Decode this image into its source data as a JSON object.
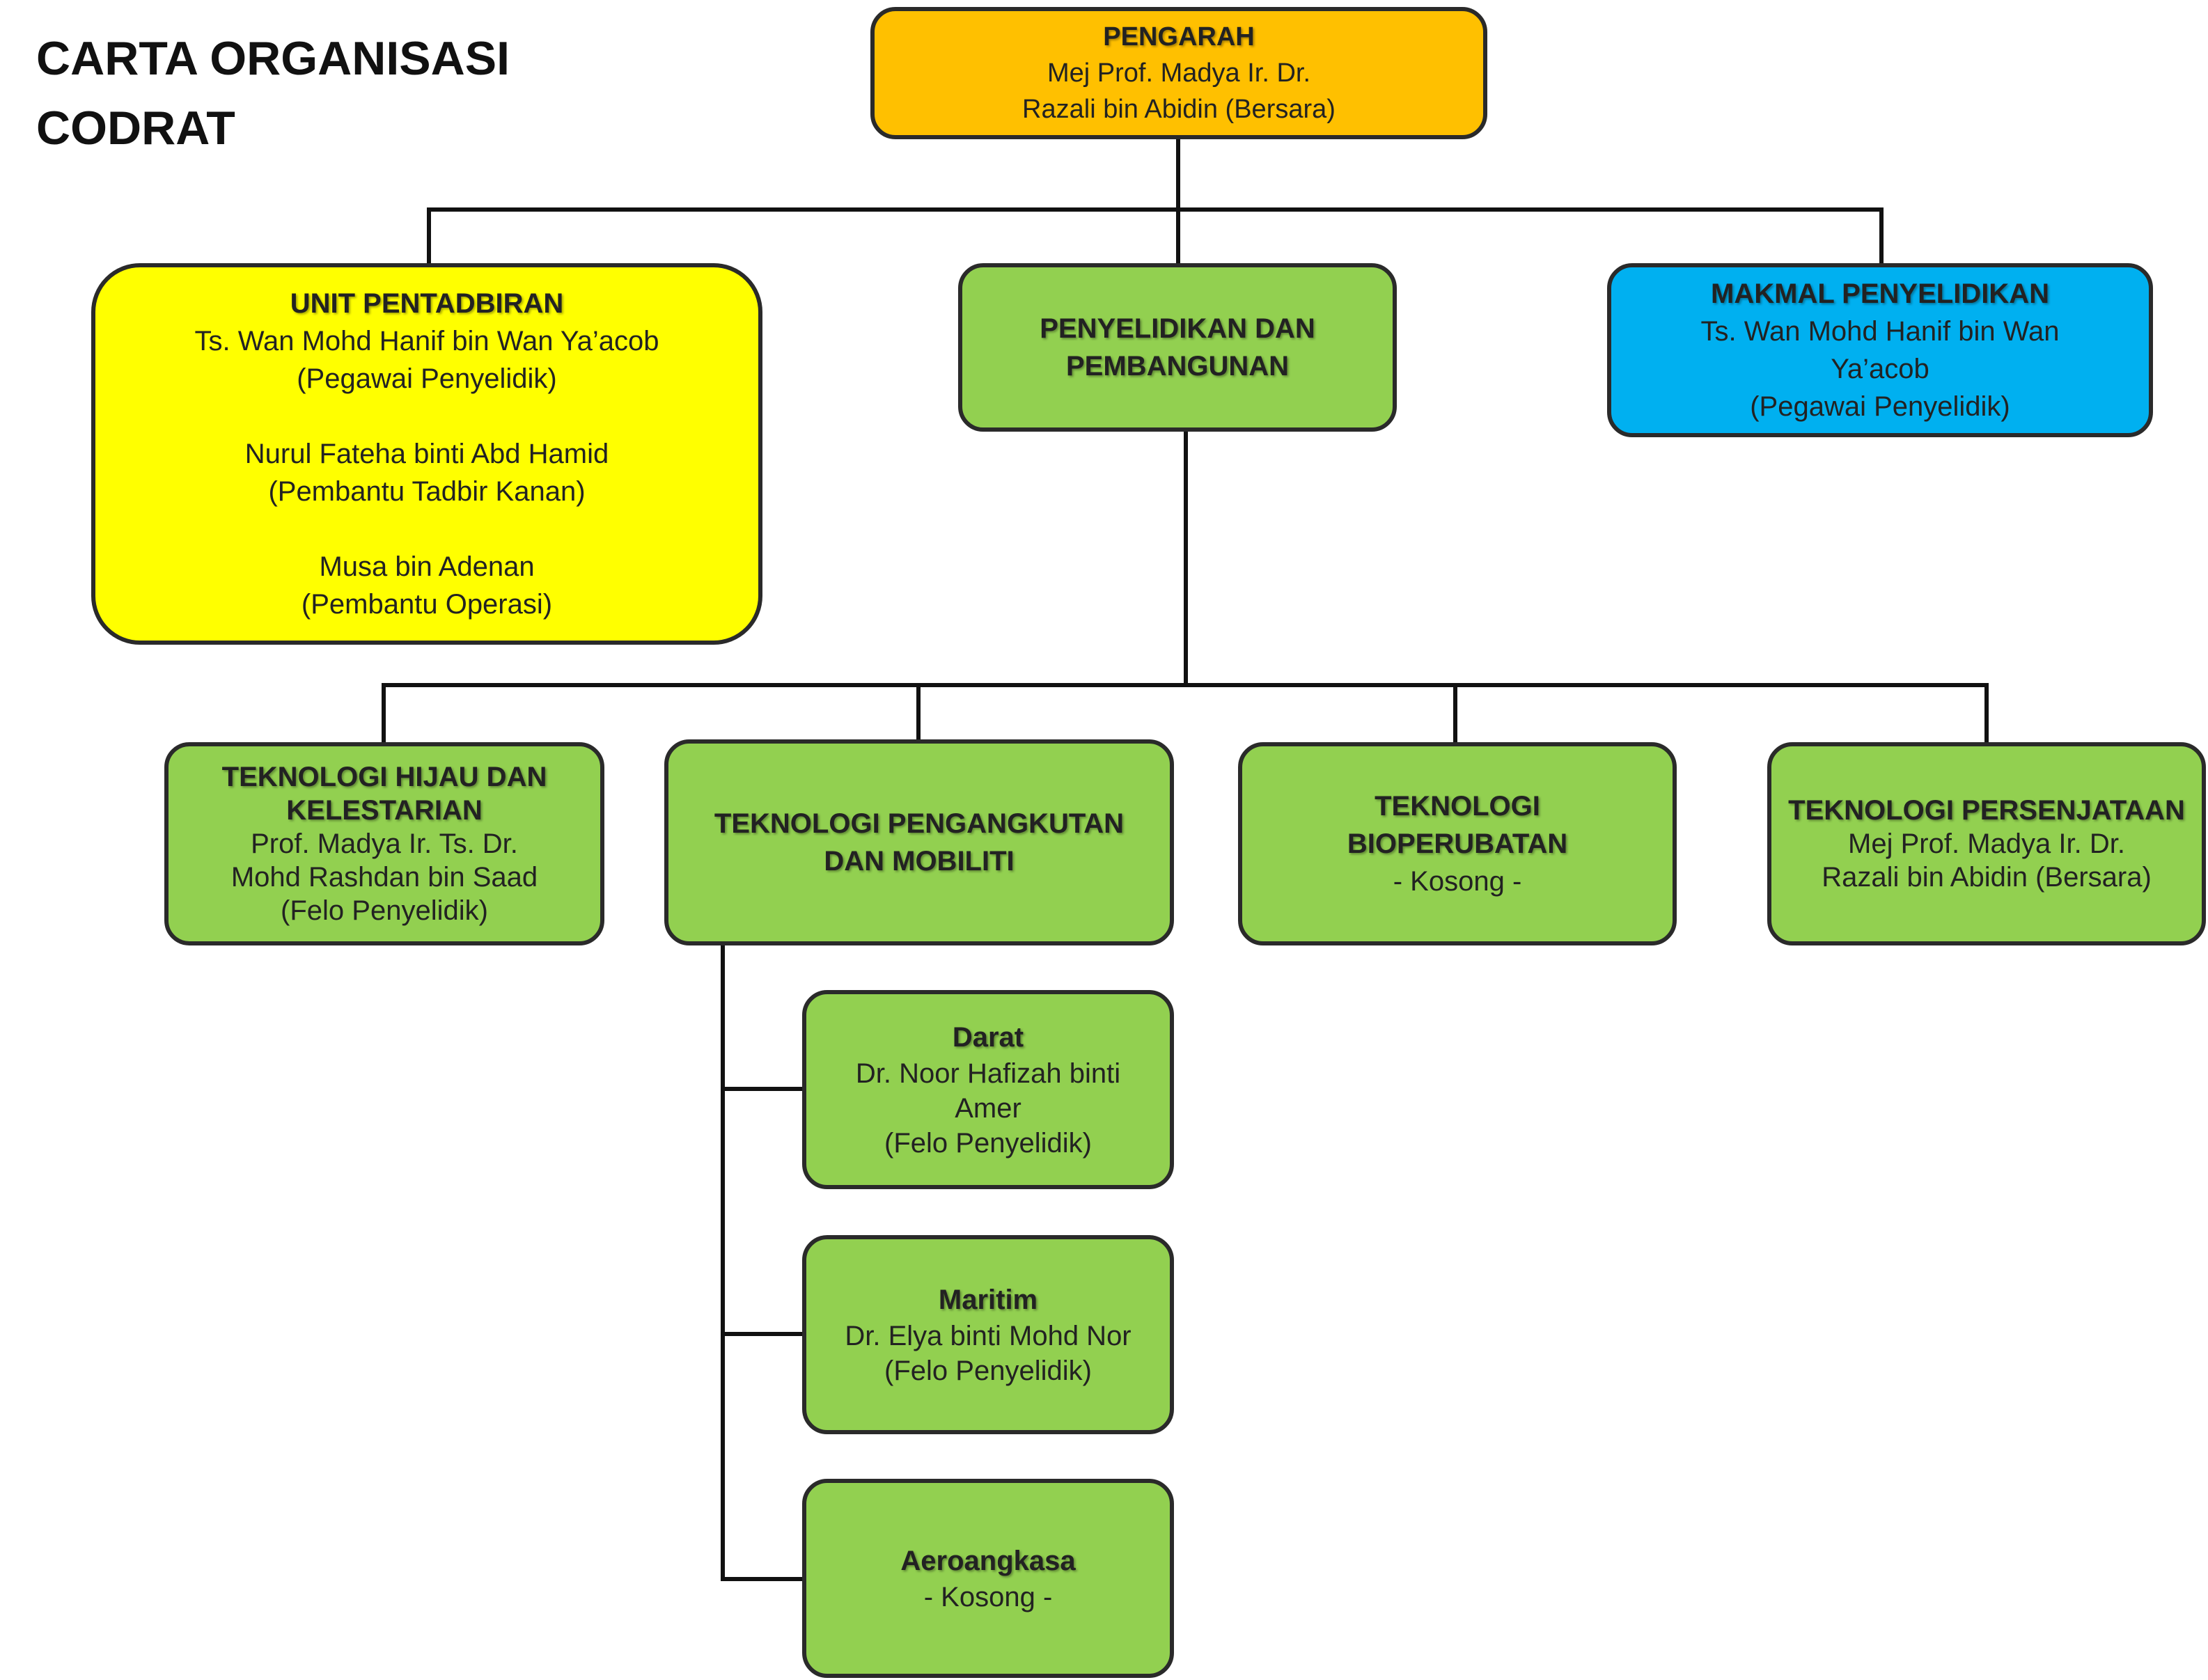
{
  "title_lines": [
    "CARTA ORGANISASI",
    "CODRAT"
  ],
  "colors": {
    "director": "#ffc000",
    "admin": "#ffff00",
    "lab": "#00b0f0",
    "division": "#92d050",
    "border": "#2a2a2a",
    "connector": "#111111"
  },
  "director": {
    "heading": "PENGARAH",
    "lines": [
      "Mej Prof. Madya Ir. Dr.",
      "Razali bin Abidin (Bersara)"
    ]
  },
  "admin_unit": {
    "heading": "UNIT PENTADBIRAN",
    "members": [
      {
        "name": "Ts. Wan Mohd Hanif bin Wan Ya’acob",
        "role": "(Pegawai Penyelidik)"
      },
      {
        "name": "Nurul Fateha binti Abd Hamid",
        "role": "(Pembantu Tadbir Kanan)"
      },
      {
        "name": "Musa bin Adenan",
        "role": "(Pembantu Operasi)"
      }
    ]
  },
  "rnd": {
    "heading_lines": [
      "PENYELIDIKAN DAN",
      "PEMBANGUNAN"
    ]
  },
  "research_lab": {
    "heading": "MAKMAL PENYELIDIKAN",
    "lines": [
      "Ts. Wan Mohd Hanif bin Wan",
      "Ya’acob",
      "(Pegawai Penyelidik)"
    ]
  },
  "green_tech": {
    "heading_lines": [
      "TEKNOLOGI HIJAU DAN",
      "KELESTARIAN"
    ],
    "lines": [
      "Prof. Madya Ir. Ts. Dr.",
      "Mohd Rashdan bin Saad",
      "(Felo Penyelidik)"
    ]
  },
  "transport_tech": {
    "heading_lines": [
      "TEKNOLOGI PENGANGKUTAN",
      "DAN MOBILITI"
    ]
  },
  "biomed_tech": {
    "heading_lines": [
      "TEKNOLOGI",
      "BIOPERUBATAN"
    ],
    "lines": [
      "- Kosong -"
    ]
  },
  "weapons_tech": {
    "heading": "TEKNOLOGI PERSENJATAAN",
    "lines": [
      "Mej Prof. Madya Ir. Dr.",
      "Razali bin Abidin (Bersara)"
    ]
  },
  "land": {
    "heading": "Darat",
    "lines": [
      "Dr. Noor Hafizah binti",
      "Amer",
      "(Felo Penyelidik)"
    ]
  },
  "maritime": {
    "heading": "Maritim",
    "lines": [
      "Dr. Elya binti Mohd Nor",
      "(Felo Penyelidik)"
    ]
  },
  "aerospace": {
    "heading": "Aeroangkasa",
    "lines": [
      "- Kosong -"
    ]
  }
}
